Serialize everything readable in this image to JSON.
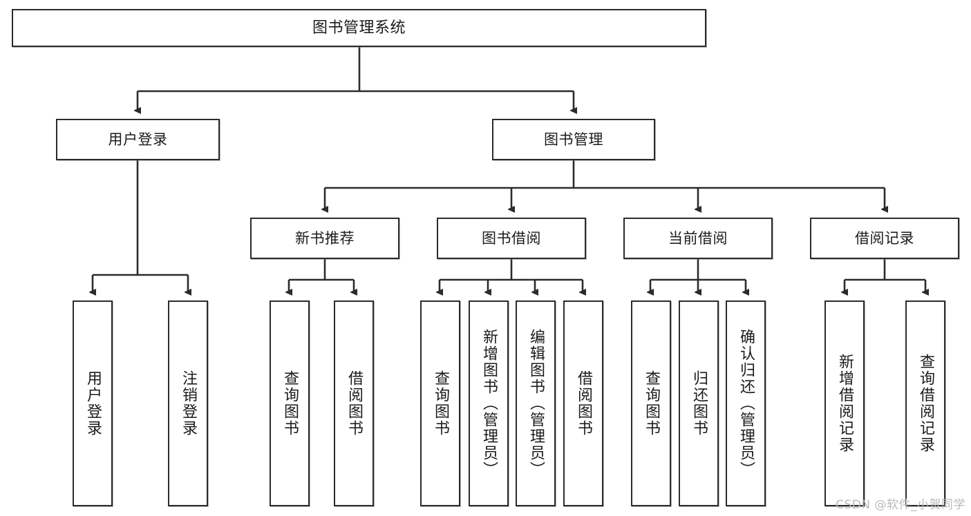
{
  "diagram": {
    "title": "图书管理系统",
    "type": "tree",
    "watermark": "CSDN @软件_小贺同学",
    "colors": {
      "stroke": "#2b2b2b",
      "fill": "#ffffff",
      "text": "#1b1b1b",
      "watermark": "#b9b9b9"
    },
    "nodes": {
      "root": {
        "label": "图书管理系统"
      },
      "level2": [
        {
          "id": "user-login",
          "label": "用户登录"
        },
        {
          "id": "book-manage",
          "label": "图书管理"
        }
      ],
      "level3": [
        {
          "id": "new-book-recommend",
          "label": "新书推荐"
        },
        {
          "id": "book-borrow",
          "label": "图书借阅"
        },
        {
          "id": "current-borrow",
          "label": "当前借阅"
        },
        {
          "id": "borrow-record",
          "label": "借阅记录"
        }
      ],
      "leaves": [
        {
          "id": "leaf-user-login",
          "label": "用户登录",
          "parent": "user-login"
        },
        {
          "id": "leaf-logout-login",
          "label": "注销登录",
          "parent": "user-login"
        },
        {
          "id": "leaf-query-book-1",
          "label": "查询图书",
          "parent": "new-book-recommend"
        },
        {
          "id": "leaf-borrow-book-1",
          "label": "借阅图书",
          "parent": "new-book-recommend"
        },
        {
          "id": "leaf-query-book-2",
          "label": "查询图书",
          "parent": "book-borrow"
        },
        {
          "id": "leaf-add-book",
          "label": "新增图书（管理员）",
          "parent": "book-borrow"
        },
        {
          "id": "leaf-edit-book",
          "label": "编辑图书（管理员）",
          "parent": "book-borrow"
        },
        {
          "id": "leaf-borrow-book-2",
          "label": "借阅图书",
          "parent": "book-borrow"
        },
        {
          "id": "leaf-query-book-3",
          "label": "查询图书",
          "parent": "current-borrow"
        },
        {
          "id": "leaf-return-book",
          "label": "归还图书",
          "parent": "current-borrow"
        },
        {
          "id": "leaf-confirm-return",
          "label": "确认归还（管理员）",
          "parent": "current-borrow"
        },
        {
          "id": "leaf-add-record",
          "label": "新增借阅记录",
          "parent": "borrow-record"
        },
        {
          "id": "leaf-query-record",
          "label": "查询借阅记录",
          "parent": "borrow-record"
        }
      ]
    }
  }
}
